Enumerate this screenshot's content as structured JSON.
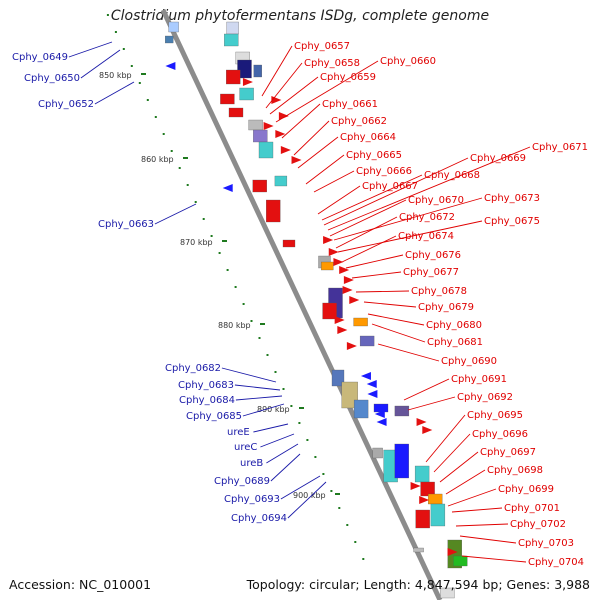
{
  "title": "Clostridium phytofermentans ISDg, complete genome",
  "footer": {
    "accession": "Accession: NC_010001",
    "summary": "Topology: circular; Length: 4,847,594 bp; Genes: 3,988"
  },
  "colors": {
    "forward_label": "#e00000",
    "reverse_label": "#1a1aa8",
    "backbone": "#8c8c8c",
    "scale_dots": "#1f7a1f"
  },
  "scale_ticks": [
    "850 kbp",
    "860 kbp",
    "870 kbp",
    "880 kbp",
    "890 kbp",
    "900 kbp"
  ],
  "forward_genes": [
    "Cphy_0657",
    "Cphy_0658",
    "Cphy_0659",
    "Cphy_0660",
    "Cphy_0661",
    "Cphy_0662",
    "Cphy_0664",
    "Cphy_0665",
    "Cphy_0666",
    "Cphy_0667",
    "Cphy_0668",
    "Cphy_0669",
    "Cphy_0671",
    "Cphy_0670",
    "Cphy_0673",
    "Cphy_0672",
    "Cphy_0675",
    "Cphy_0674",
    "Cphy_0676",
    "Cphy_0677",
    "Cphy_0678",
    "Cphy_0679",
    "Cphy_0680",
    "Cphy_0681",
    "Cphy_0690",
    "Cphy_0691",
    "Cphy_0692",
    "Cphy_0695",
    "Cphy_0696",
    "Cphy_0697",
    "Cphy_0698",
    "Cphy_0699",
    "Cphy_0701",
    "Cphy_0702",
    "Cphy_0703",
    "Cphy_0704"
  ],
  "reverse_genes": [
    "Cphy_0649",
    "Cphy_0650",
    "Cphy_0652",
    "Cphy_0663",
    "Cphy_0682",
    "Cphy_0683",
    "Cphy_0684",
    "Cphy_0685",
    "ureE",
    "ureC",
    "ureB",
    "Cphy_0689",
    "Cphy_0693",
    "Cphy_0694"
  ]
}
